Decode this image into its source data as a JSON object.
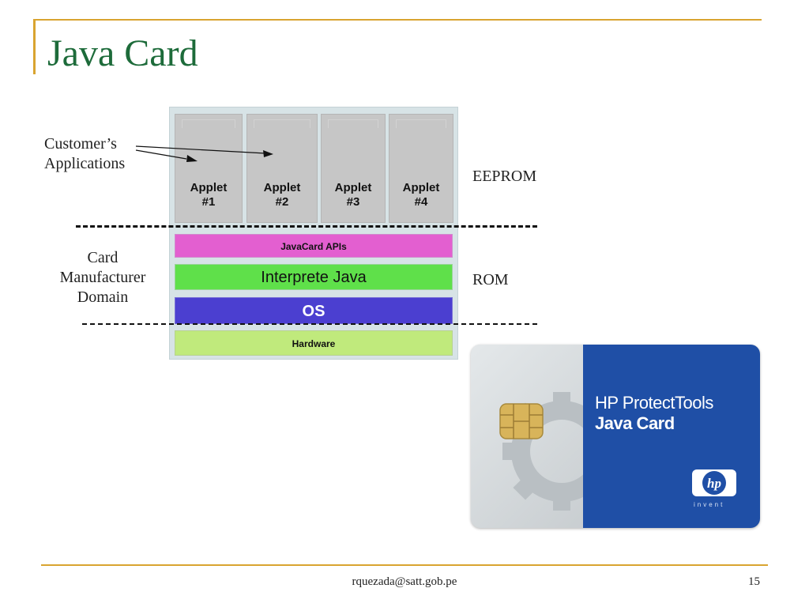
{
  "slide": {
    "title": "Java Card",
    "footer_email": "rquezada@satt.gob.pe",
    "page_number": "15"
  },
  "diagram": {
    "applets": [
      {
        "line1": "Applet",
        "line2": "#1"
      },
      {
        "line1": "Applet",
        "line2": "#2"
      },
      {
        "line1": "Applet",
        "line2": "#3"
      },
      {
        "line1": "Applet",
        "line2": "#4"
      }
    ],
    "layers": {
      "api": "JavaCard APIs",
      "interpreter": "Interprete Java",
      "os": "OS",
      "hardware": "Hardware"
    },
    "labels": {
      "customers_line1": "Customer’s",
      "customers_line2": "Applications",
      "card_line1": "Card",
      "card_line2": "Manufacturer",
      "card_line3": "Domain",
      "eeprom": "EEPROM",
      "rom": "ROM"
    }
  },
  "card_image": {
    "line1": "HP ProtectTools",
    "line2": "Java Card",
    "logo_text": "hp",
    "tagline": "invent",
    "brand_color": "#1f4fa6"
  }
}
